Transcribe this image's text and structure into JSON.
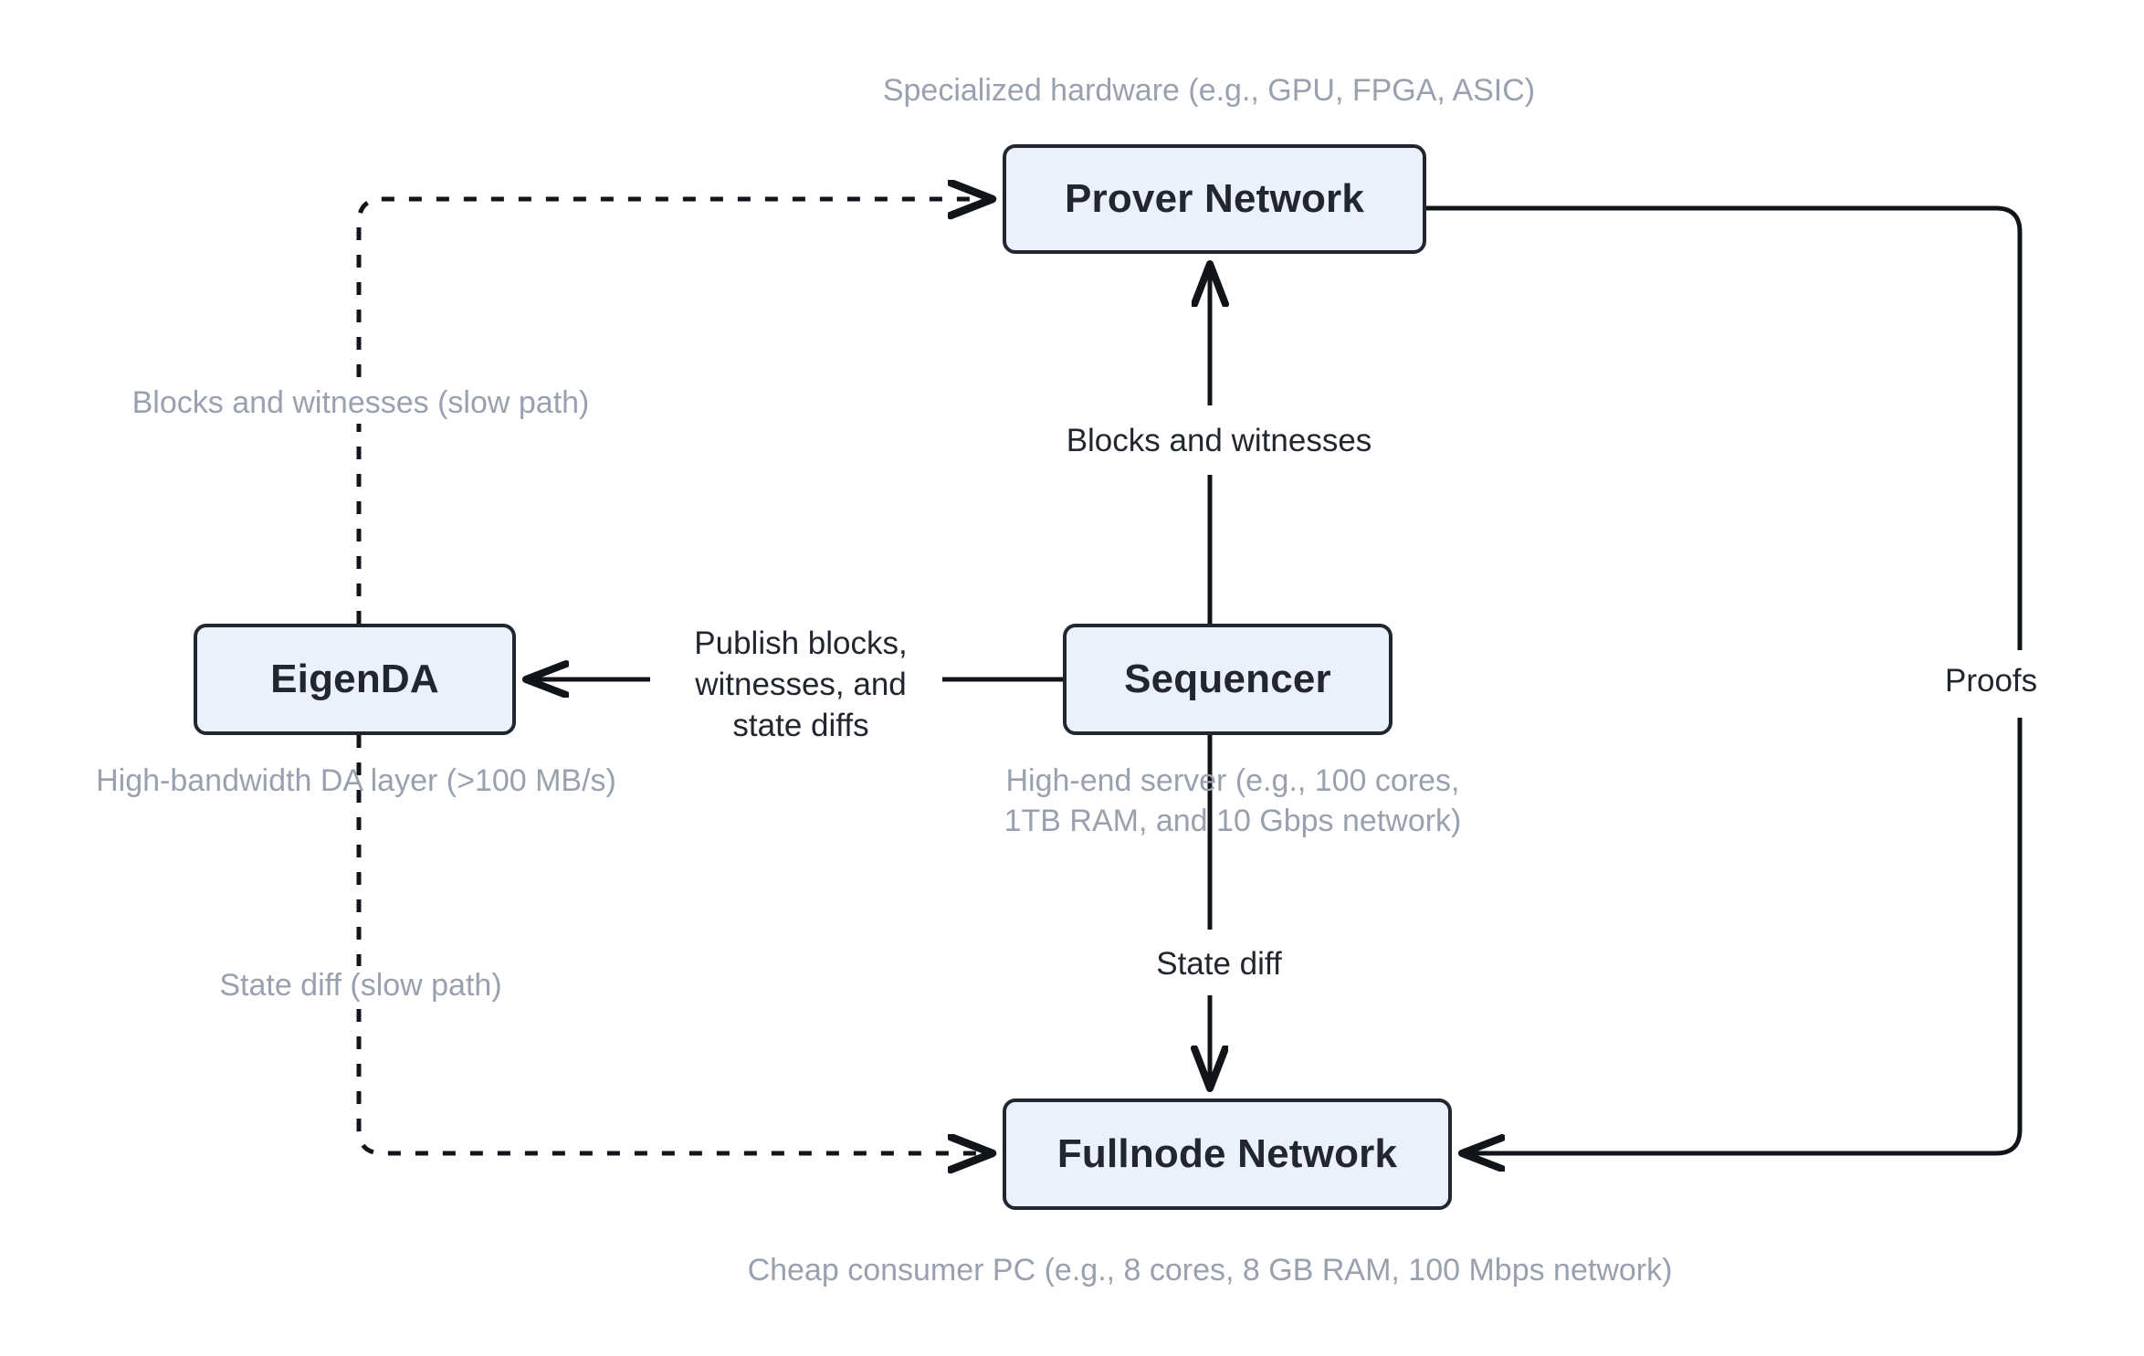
{
  "diagram": {
    "title": "Rollup architecture data flow",
    "background": "#ffffff",
    "node_fill": "#ecf0fa",
    "node_stroke": "#22262e",
    "caption_color": "#9aa1ae",
    "label_color": "#22262e"
  },
  "nodes": [
    {
      "id": "prover",
      "label": "Prover Network",
      "caption": "Specialized hardware (e.g., GPU, FPGA, ASIC)"
    },
    {
      "id": "eigenda",
      "label": "EigenDA",
      "caption": "High-bandwidth DA layer (>100 MB/s)"
    },
    {
      "id": "sequencer",
      "label": "Sequencer",
      "caption": "High-end server (e.g., 100 cores,\n1TB RAM, and 10 Gbps network)"
    },
    {
      "id": "fullnode",
      "label": "Fullnode Network",
      "caption": "Cheap consumer PC (e.g., 8 cores, 8 GB RAM, 100 Mbps network)"
    }
  ],
  "edges": [
    {
      "id": "sequencer-to-prover",
      "label": "Blocks and witnesses",
      "style": "solid",
      "from": "sequencer",
      "to": "prover"
    },
    {
      "id": "sequencer-to-eigenda",
      "label": "Publish blocks,\nwitnesses, and\nstate diffs",
      "style": "solid",
      "from": "sequencer",
      "to": "eigenda"
    },
    {
      "id": "sequencer-to-fullnode",
      "label": "State diff",
      "style": "solid",
      "from": "sequencer",
      "to": "fullnode"
    },
    {
      "id": "prover-to-fullnode",
      "label": "Proofs",
      "style": "solid",
      "from": "prover",
      "to": "fullnode"
    },
    {
      "id": "eigenda-to-prover",
      "label": "Blocks and witnesses (slow path)",
      "style": "dashed",
      "from": "eigenda",
      "to": "prover"
    },
    {
      "id": "eigenda-to-fullnode",
      "label": "State diff (slow path)",
      "style": "dashed",
      "from": "eigenda",
      "to": "fullnode"
    }
  ]
}
